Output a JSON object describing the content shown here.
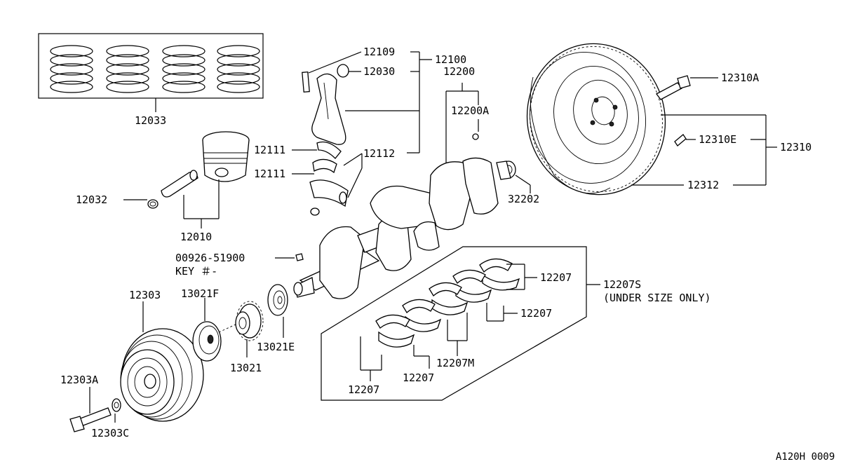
{
  "callouts": {
    "p12033": "12033",
    "p12109": "12109",
    "p12100": "12100",
    "p12030": "12030",
    "p12200": "12200",
    "p12200A": "12200A",
    "p12111a": "12111",
    "p12111b": "12111",
    "p12112": "12112",
    "p12032": "12032",
    "p12010": "12010",
    "p32202": "32202",
    "p12310A": "12310A",
    "p12310E": "12310E",
    "p12310": "12310",
    "p12312": "12312",
    "pkey_num": "00926-51900",
    "pkey_label": "KEY  ＃-",
    "p12207a": "12207",
    "p12207S": "12207S",
    "p12207S_note": "(UNDER SIZE ONLY)",
    "p12207b": "12207",
    "p12207M": "12207M",
    "p12207c": "12207",
    "p12207d": "12207",
    "p12303": "12303",
    "p13021F": "13021F",
    "p13021E": "13021E",
    "p13021": "13021",
    "p12303A": "12303A",
    "p12303C": "12303C"
  },
  "figure_code": "A120H 0009"
}
